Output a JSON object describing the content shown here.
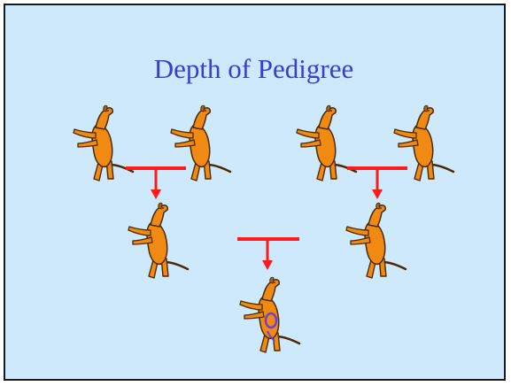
{
  "slide": {
    "title": "Depth of Pedigree"
  },
  "colors": {
    "background": "#cde9fb",
    "title": "#3b3bd6",
    "connector": "#ff1a1a",
    "dog_body": "#f08a12",
    "dog_outline": "#4a2a05",
    "marker": "#6b3fd9"
  },
  "icons": {
    "dog": "standing-dog-icon",
    "connector": "mating-connector-icon",
    "marker": "highlight-marker-icon"
  },
  "pedigree": {
    "generations": 3,
    "levels": [
      {
        "role": "grandparents",
        "count": 4
      },
      {
        "role": "parents",
        "count": 2
      },
      {
        "role": "offspring",
        "count": 1
      }
    ]
  }
}
